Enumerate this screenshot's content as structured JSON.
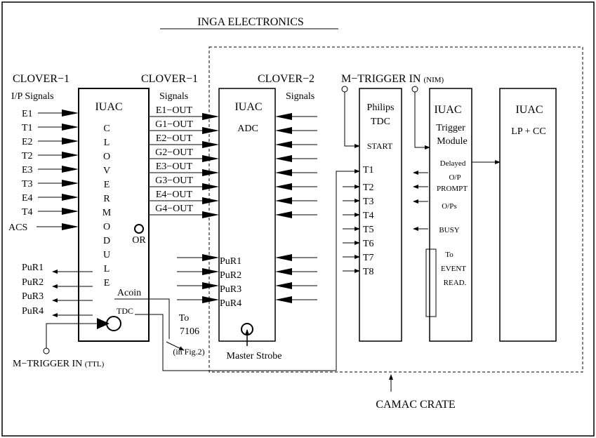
{
  "title": "INGA ELECTRONICS",
  "left": {
    "header1": "CLOVER−1",
    "header2": "I/P Signals",
    "inputs": [
      "E1",
      "T1",
      "E2",
      "T2",
      "E3",
      "T3",
      "E4",
      "T4",
      "ACS"
    ],
    "purs": [
      "PuR1",
      "PuR2",
      "PuR3",
      "PuR4"
    ],
    "mtrigger": "M−TRIGGER IN",
    "mtrigger_suffix": "(TTL)"
  },
  "module1": {
    "title": "IUAC",
    "letters": [
      "C",
      "L",
      "O",
      "V",
      "E",
      "R",
      "M",
      "O",
      "D",
      "U",
      "L",
      "E"
    ],
    "or": "OR",
    "acoin": "Acoin",
    "tdc": "TDC"
  },
  "mid": {
    "header1": "CLOVER−1",
    "header2": "Signals",
    "outputs": [
      "E1−OUT",
      "G1−OUT",
      "E2−OUT",
      "G2−OUT",
      "E3−OUT",
      "G3−OUT",
      "E4−OUT",
      "G4−OUT"
    ],
    "to": "To",
    "to_num": "7106",
    "fig": "(in Fig.2)"
  },
  "adc": {
    "title": "IUAC",
    "subtitle": "ADC",
    "purs": [
      "PuR1",
      "PuR2",
      "PuR3",
      "PuR4"
    ],
    "strobe": "Master Strobe"
  },
  "clover2": {
    "header1": "CLOVER−2",
    "header2": "Signals"
  },
  "mtrigger_nim": {
    "label": "M−TRIGGER IN",
    "suffix": "(NIM)"
  },
  "tdc": {
    "title1": "Philips",
    "title2": "TDC",
    "start": "START",
    "channels": [
      "T1",
      "T2",
      "T3",
      "T4",
      "T5",
      "T6",
      "T7",
      "T8"
    ]
  },
  "trigger": {
    "title1": "IUAC",
    "title2": "Trigger",
    "title3": "Module",
    "delayed": "Delayed",
    "op": "O/P",
    "prompt": "PROMPT",
    "ops": "O/Ps",
    "busy": "BUSY",
    "to": "To",
    "event": "EVENT",
    "read": "READ."
  },
  "lpcc": {
    "title": "IUAC",
    "subtitle": "LP + CC"
  },
  "camac": "CAMAC CRATE"
}
